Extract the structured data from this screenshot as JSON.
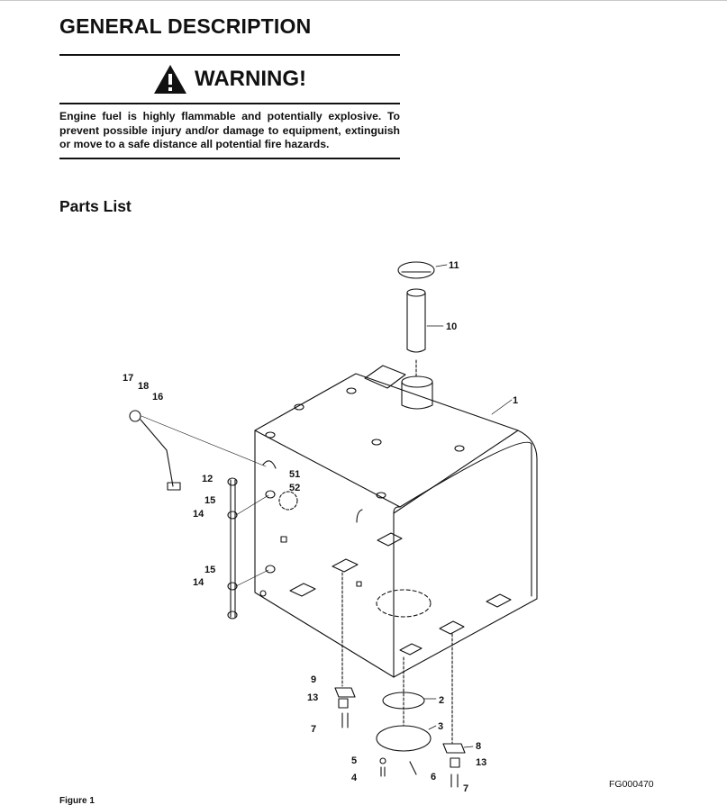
{
  "header": {
    "title": "GENERAL DESCRIPTION"
  },
  "warning": {
    "icon": "warning-triangle-icon",
    "title": "WARNING!",
    "text": "Engine fuel is highly flammable and potentially explosive. To prevent possible injury and/or damage to equipment, extinguish or move to a safe distance all potential fire hazards."
  },
  "section": {
    "title": "Parts List"
  },
  "figure": {
    "code": "FG000470",
    "caption": "Figure 1",
    "callouts": [
      "1",
      "2",
      "3",
      "4",
      "5",
      "6",
      "7",
      "7",
      "8",
      "9",
      "10",
      "11",
      "12",
      "13",
      "13",
      "14",
      "14",
      "15",
      "15",
      "16",
      "17",
      "18",
      "51",
      "52"
    ]
  }
}
